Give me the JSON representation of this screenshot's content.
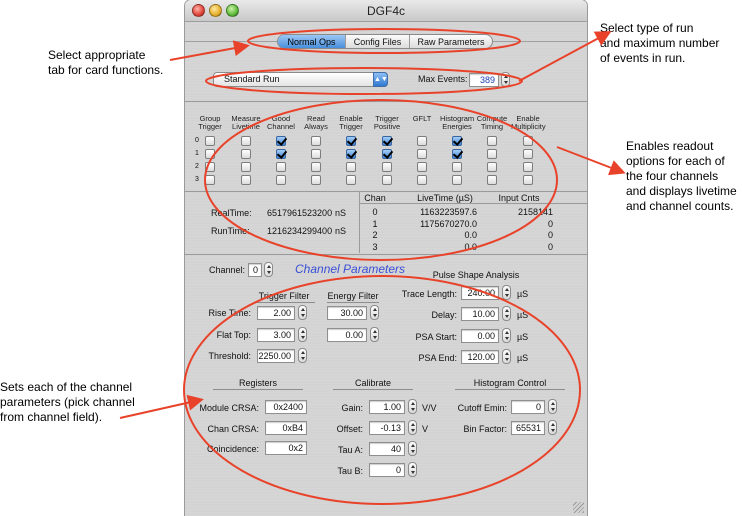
{
  "window": {
    "title": "DGF4c"
  },
  "tabs": [
    {
      "label": "Normal Ops",
      "active": true
    },
    {
      "label": "Config Files",
      "active": false
    },
    {
      "label": "Raw Parameters",
      "active": false
    }
  ],
  "run": {
    "type": "Standard Run",
    "max_events_label": "Max Events:",
    "max_events_value": "389"
  },
  "options": {
    "columns": [
      "Group Trigger",
      "Measure Livetime",
      "Good Channel",
      "Read Always",
      "Enable Trigger",
      "Trigger Positive",
      "GFLT",
      "Histogram Energies",
      "Compute Timing",
      "Enable Multiplicity"
    ],
    "rows": [
      {
        "label": "0",
        "checks": [
          false,
          false,
          true,
          false,
          true,
          true,
          false,
          true,
          false,
          false
        ]
      },
      {
        "label": "1",
        "checks": [
          false,
          false,
          true,
          false,
          true,
          true,
          false,
          true,
          false,
          false
        ]
      },
      {
        "label": "2",
        "checks": [
          false,
          false,
          false,
          false,
          false,
          false,
          false,
          false,
          false,
          false
        ]
      },
      {
        "label": "3",
        "checks": [
          false,
          false,
          false,
          false,
          false,
          false,
          false,
          false,
          false,
          false
        ]
      }
    ]
  },
  "times": {
    "realtime_label": "RealTime:",
    "realtime_value": "6517961523200",
    "realtime_unit": "nS",
    "runtime_label": "RunTime:",
    "runtime_value": "1216234299400",
    "runtime_unit": "nS"
  },
  "channel_table": {
    "headers": [
      "Chan",
      "LiveTime (µS)",
      "Input Cnts"
    ],
    "rows": [
      [
        "0",
        "1163223597.6",
        "2158141"
      ],
      [
        "1",
        "1175670270.0",
        "0"
      ],
      [
        "2",
        "0.0",
        "0"
      ],
      [
        "3",
        "0.0",
        "0"
      ]
    ]
  },
  "channel": {
    "label": "Channel:",
    "value": "0",
    "title": "Channel Parameters",
    "title_color": "#3a4fd6"
  },
  "filters": {
    "trigger_title": "Trigger Filter",
    "energy_title": "Energy Filter",
    "rise_label": "Rise Time:",
    "rise_trigger": "2.00",
    "rise_energy": "30.00",
    "flat_label": "Flat Top:",
    "flat_trigger": "3.00",
    "flat_energy": "0.00",
    "threshold_label": "Threshold:",
    "threshold_value": "2250.00"
  },
  "pulse_shape": {
    "title": "Pulse Shape Analysis",
    "trace_label": "Trace Length:",
    "trace_value": "240.00",
    "delay_label": "Delay:",
    "delay_value": "10.00",
    "psa_start_label": "PSA Start:",
    "psa_start_value": "0.00",
    "psa_end_label": "PSA End:",
    "psa_end_value": "120.00",
    "unit": "µS"
  },
  "registers": {
    "title": "Registers",
    "module_crsa_label": "Module CRSA:",
    "module_crsa_value": "0x2400",
    "chan_crsa_label": "Chan CRSA:",
    "chan_crsa_value": "0xB4",
    "coincidence_label": "Coincidence:",
    "coincidence_value": "0x2"
  },
  "calibrate": {
    "title": "Calibrate",
    "gain_label": "Gain:",
    "gain_value": "1.00",
    "gain_unit": "V/V",
    "offset_label": "Offset:",
    "offset_value": "-0.13",
    "offset_unit": "V",
    "tau_a_label": "Tau A:",
    "tau_a_value": "40",
    "tau_b_label": "Tau B:",
    "tau_b_value": "0"
  },
  "histogram": {
    "title": "Histogram Control",
    "cutoff_label": "Cutoff Emin:",
    "cutoff_value": "0",
    "bin_label": "Bin Factor:",
    "bin_value": "65531"
  },
  "annotations": {
    "tabs_note": "Select appropriate\ntab for card functions.",
    "run_note": "Select type of run\nand maximum number\nof events in run.",
    "options_note": "Enables readout\noptions for each of\nthe four channels\nand displays livetime\nand channel counts.",
    "channel_note": "Sets each of the channel\nparameters (pick channel\nfrom channel field).",
    "ink_color": "#e8432a"
  }
}
